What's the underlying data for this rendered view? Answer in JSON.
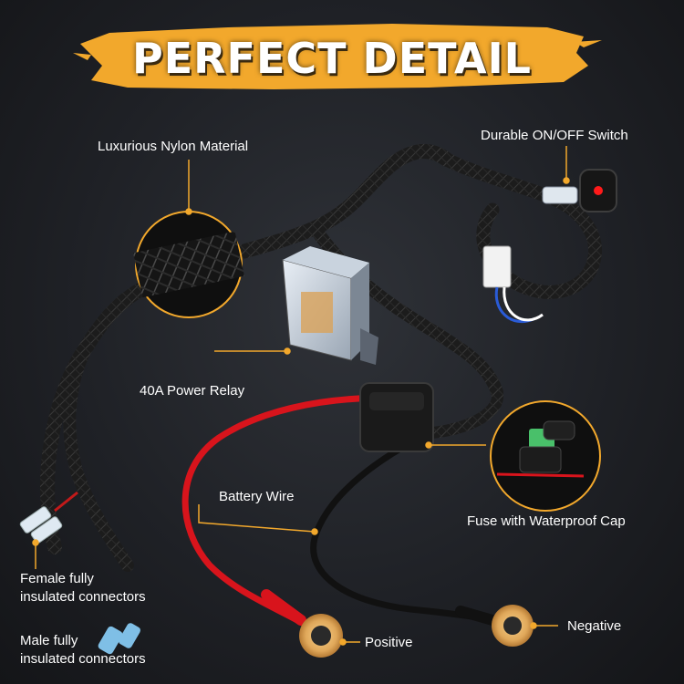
{
  "title": "PERFECT DETAIL",
  "callouts": {
    "nylon": "Luxurious Nylon Material",
    "switch": "Durable ON/OFF Switch",
    "relay": "40A Power Relay",
    "battery_wire": "Battery Wire",
    "fuse": "Fuse with Waterproof Cap",
    "female_connectors": [
      "Female fully",
      "insulated connectors"
    ],
    "male_connectors": [
      "Male fully",
      "insulated connectors"
    ],
    "positive": "Positive",
    "negative": "Negative"
  },
  "colors": {
    "accent": "#f2a82c",
    "wire_red": "#d8141c",
    "wire_black": "#111111",
    "sleeve": "#1b1b1b",
    "text": "#ffffff"
  },
  "icons": {
    "relay": "relay-icon",
    "switch": "rocker-switch-icon",
    "fuse": "blade-fuse-icon",
    "ring_terminal": "ring-terminal-icon",
    "connector": "spade-connector-icon"
  }
}
